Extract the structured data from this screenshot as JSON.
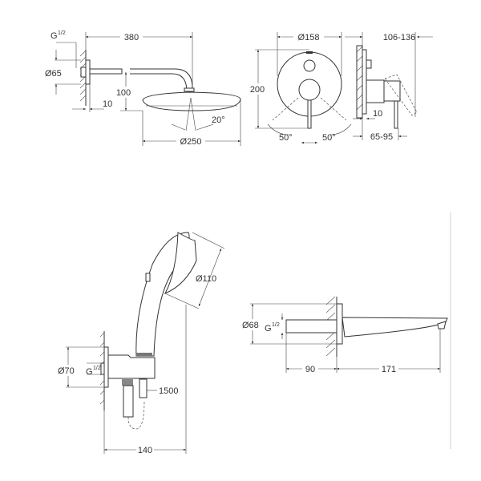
{
  "head_shower": {
    "thread": "G",
    "thread_frac": "1/2",
    "arm_length": "380",
    "flange_diameter": "Ø65",
    "drop": "100",
    "offset": "10",
    "angle": "20°",
    "head_diameter": "Ø250"
  },
  "mixer": {
    "plate_diameter": "Ø158",
    "height": "200",
    "angle_left": "50°",
    "angle_right": "50°",
    "depth_range": "106-136",
    "plate_offset": "10",
    "install_depth": "65-95"
  },
  "hand_shower": {
    "head_diameter": "Ø110",
    "flange_diameter": "Ø70",
    "thread": "G",
    "thread_frac": "1/2",
    "hose_length": "1500",
    "projection": "140"
  },
  "spout": {
    "flange_diameter": "Ø68",
    "thread": "G",
    "thread_frac": "1/2",
    "pipe_length": "90",
    "spout_length": "171"
  }
}
